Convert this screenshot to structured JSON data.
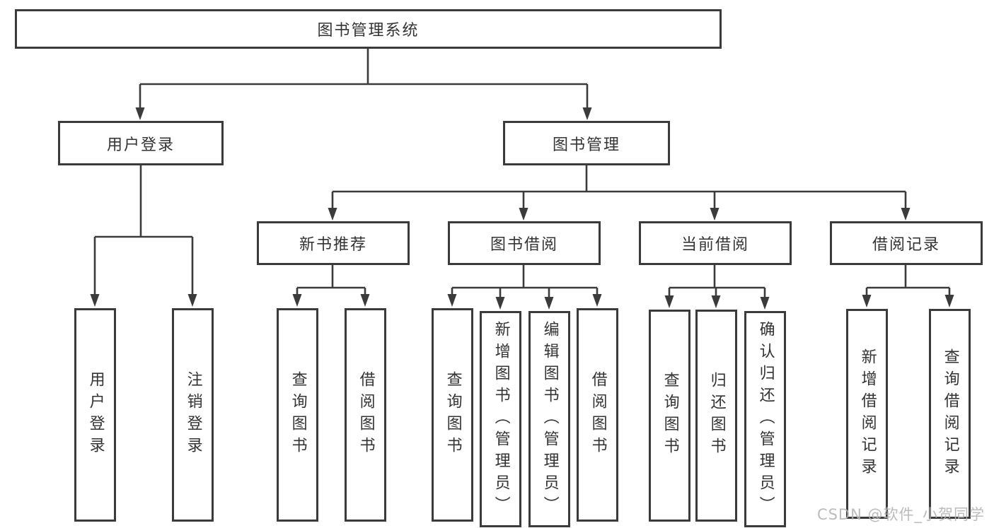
{
  "tree": {
    "label": "图书管理系统",
    "children": [
      {
        "label": "用户登录",
        "children": [
          {
            "label": "用户登录"
          },
          {
            "label": "注销登录"
          }
        ]
      },
      {
        "label": "图书管理",
        "children": [
          {
            "label": "新书推荐",
            "children": [
              {
                "label": "查询图书"
              },
              {
                "label": "借阅图书"
              }
            ]
          },
          {
            "label": "图书借阅",
            "children": [
              {
                "label": "查询图书"
              },
              {
                "label": "新增图书（管理员）"
              },
              {
                "label": "编辑图书（管理员）"
              },
              {
                "label": "借阅图书"
              }
            ]
          },
          {
            "label": "当前借阅",
            "children": [
              {
                "label": "查询图书"
              },
              {
                "label": "归还图书"
              },
              {
                "label": "确认归还（管理员）"
              }
            ]
          },
          {
            "label": "借阅记录",
            "children": [
              {
                "label": "新增借阅记录"
              },
              {
                "label": "查询借阅记录"
              }
            ]
          }
        ]
      }
    ]
  },
  "watermark": {
    "text": "CSDN @软件_小贺同学"
  },
  "colors": {
    "line": "#3b3b3b",
    "box_border": "#3b3b3b",
    "text": "#333333",
    "background": "#ffffff",
    "watermark": "#b4b4b4"
  }
}
